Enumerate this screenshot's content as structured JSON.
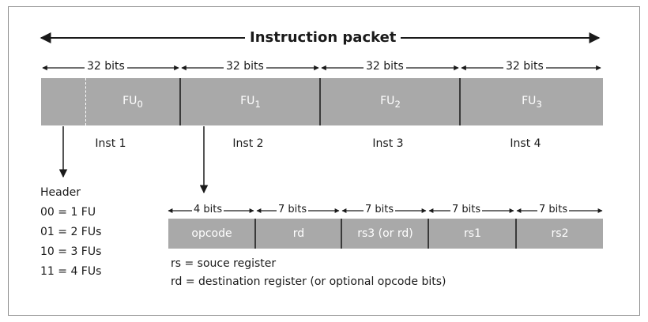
{
  "title": "Instruction packet",
  "packet_bits": [
    "32 bits",
    "32 bits",
    "32 bits",
    "32 bits"
  ],
  "functional_units": [
    {
      "base": "FU",
      "sub": "0"
    },
    {
      "base": "FU",
      "sub": "1"
    },
    {
      "base": "FU",
      "sub": "2"
    },
    {
      "base": "FU",
      "sub": "3"
    }
  ],
  "instructions": [
    "Inst 1",
    "Inst 2",
    "Inst 3",
    "Inst 4"
  ],
  "header": {
    "title": "Header",
    "items": [
      "00 = 1 FU",
      "01 = 2 FUs",
      "10 = 3 FUs",
      "11 = 4 FUs"
    ]
  },
  "field_bits": [
    "4 bits",
    "7 bits",
    "7 bits",
    "7 bits",
    "7 bits"
  ],
  "fields": [
    "opcode",
    "rd",
    "rs3 (or rd)",
    "rs1",
    "rs2"
  ],
  "notes": [
    "rs = souce register",
    "rd = destination register (or optional opcode bits)"
  ]
}
